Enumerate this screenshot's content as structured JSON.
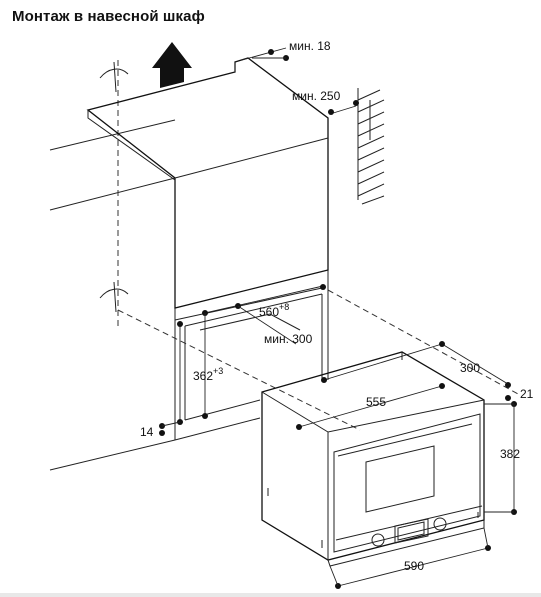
{
  "title": "Монтаж в навесной шкаф",
  "dimensions": {
    "min_18": "мин. 18",
    "min_250": "мин. 250",
    "niche_width": "560",
    "niche_width_tol": "+8",
    "min_300": "мин. 300",
    "niche_height": "362",
    "niche_height_tol": "+3",
    "depth_14": "14",
    "device_depth": "300",
    "device_body_width": "555",
    "front_offset": "21",
    "device_height": "382",
    "device_width": "590"
  }
}
